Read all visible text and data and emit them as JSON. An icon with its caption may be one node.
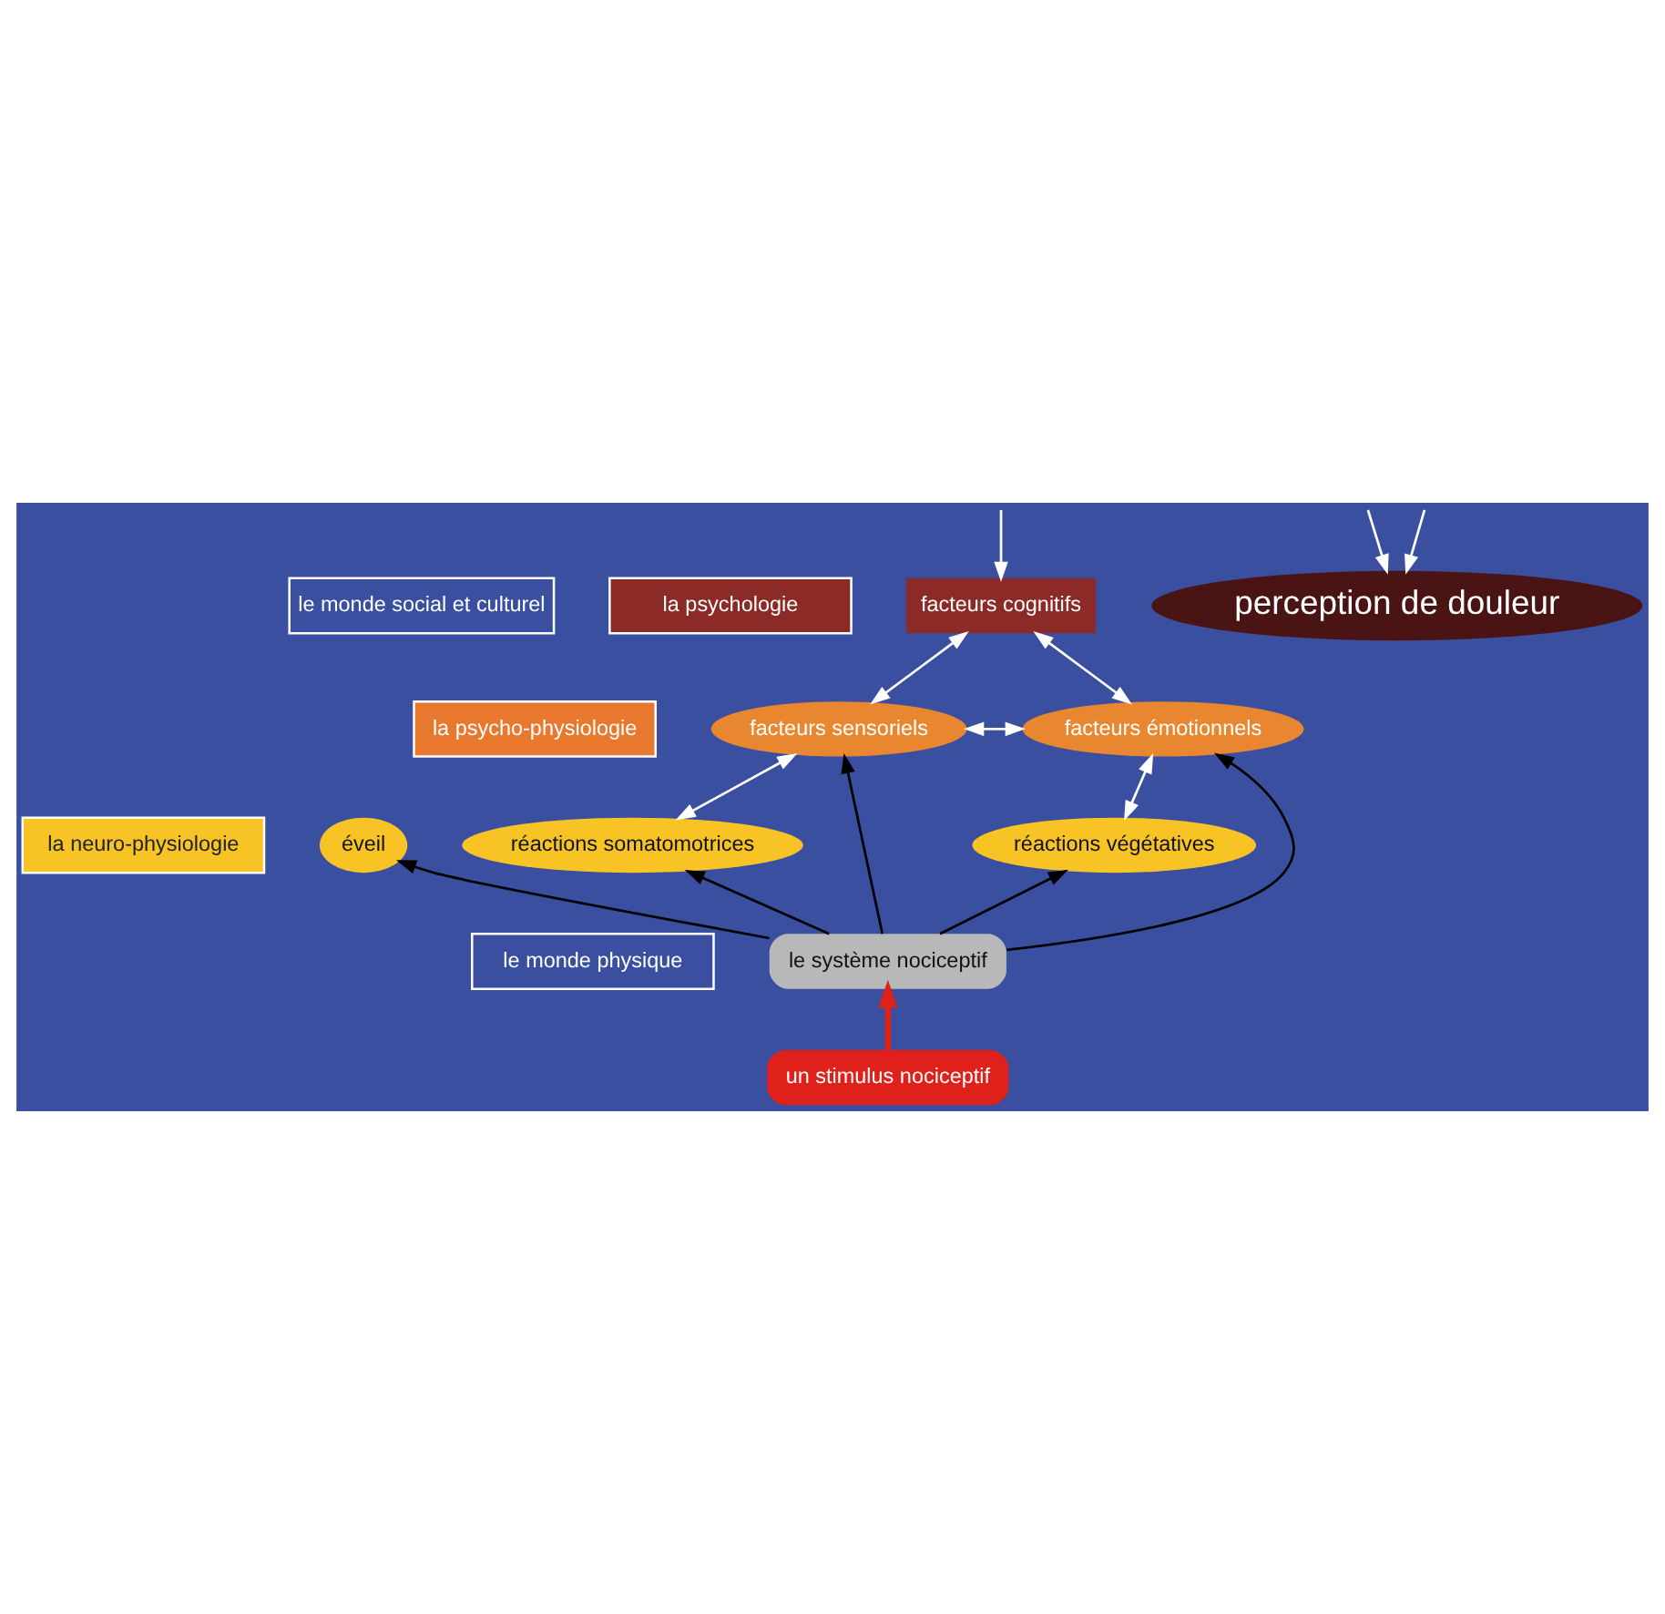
{
  "diagram": {
    "nodes": [
      {
        "text": [
          "le monde social et culturel"
        ]
      },
      {
        "text": [
          "la psychologie"
        ]
      },
      {
        "text": [
          "la psycho-physiologie"
        ]
      },
      {
        "text": [
          "la neuro-physiologie"
        ]
      },
      {
        "text": [
          "le monde physique"
        ]
      },
      {
        "text": [
          "facteurs cognitifs"
        ]
      },
      {
        "text": [
          "perception de douleur"
        ]
      },
      {
        "text": [
          "facteurs sensoriels"
        ]
      },
      {
        "text": [
          "facteurs émotionnels"
        ]
      },
      {
        "text": [
          "éveil"
        ]
      },
      {
        "text": [
          "réactions somatomotrices"
        ]
      },
      {
        "text": [
          "réactions végétatives"
        ]
      },
      {
        "text": [
          "le système nociceptif"
        ]
      },
      {
        "text": [
          "un stimulus nociceptif"
        ]
      }
    ],
    "edges": [
      {
        "from": null,
        "to": 5,
        "arrow": "to"
      },
      {
        "from": null,
        "to": 6,
        "arrow": "to"
      },
      {
        "from": null,
        "to": 6,
        "arrow": "to"
      },
      {
        "from": 5,
        "to": 7,
        "arrow": "both"
      },
      {
        "from": 5,
        "to": 8,
        "arrow": "both"
      },
      {
        "from": 7,
        "to": 8,
        "arrow": "both"
      },
      {
        "from": 7,
        "to": 10,
        "arrow": "both"
      },
      {
        "from": 8,
        "to": 11,
        "arrow": "both"
      },
      {
        "from": 12,
        "to": 10,
        "arrow": "to",
        "color": "#000000"
      },
      {
        "from": 12,
        "to": 7,
        "arrow": "to",
        "color": "#000000"
      },
      {
        "from": 12,
        "to": 9,
        "arrow": "to",
        "color": "#000000"
      },
      {
        "from": 12,
        "to": 8,
        "arrow": "to",
        "color": "#000000"
      },
      {
        "from": 12,
        "to": 11,
        "arrow": "to",
        "color": "#000000"
      },
      {
        "from": 13,
        "to": 12,
        "arrow": "to",
        "style": "thick",
        "color": "#e0201b"
      }
    ]
  }
}
